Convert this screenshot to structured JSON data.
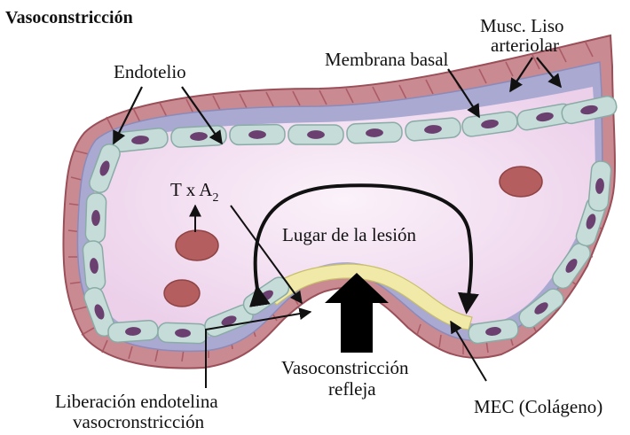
{
  "title": "Vasoconstricción",
  "labels": {
    "endotelio": "Endotelio",
    "membrana_basal": "Membrana basal",
    "musc_line1": "Musc. Liso",
    "musc_line2": "arteriolar",
    "txa_base": "T x A",
    "txa_sub": "2",
    "lesion": "Lugar de la lesión",
    "vaso_line1": "Vasoconstricción",
    "vaso_line2": "refleja",
    "liberacion_line1": "Liberación endotelina",
    "liberacion_line2": "vasocronstricción",
    "mec": "MEC (Colágeno)"
  },
  "colors": {
    "wall": "#c98a91",
    "wall_stripe": "#a85762",
    "membrane": "#aaa9d2",
    "cell": "#c5dcd8",
    "cell_border": "#8aaba6",
    "nucleus": "#6b3f6f",
    "lumen": "#f1dcef",
    "rbc": "#b45e5f",
    "collagen": "#f0e9a8"
  }
}
